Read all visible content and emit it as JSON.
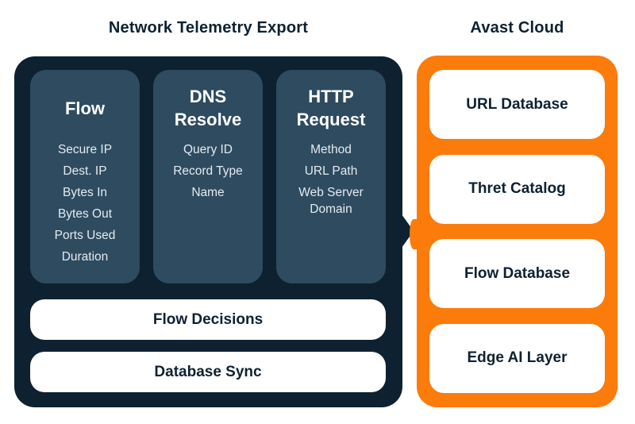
{
  "titles": {
    "left": "Network Telemetry Export",
    "right": "Avast Cloud"
  },
  "colors": {
    "dark_navy": "#0e2130",
    "panel_slate": "#2e4b60",
    "accent_orange": "#fb7b0b",
    "card_white": "#ffffff",
    "list_text": "#e5ebf0"
  },
  "telemetry_panel": {
    "columns": [
      {
        "heading": "Flow",
        "items": [
          "Secure IP",
          "Dest. IP",
          "Bytes In",
          "Bytes Out",
          "Ports Used",
          "Duration"
        ]
      },
      {
        "heading": "DNS Resolve",
        "items": [
          "Query ID",
          "Record Type",
          "Name"
        ]
      },
      {
        "heading": "HTTP Request",
        "items": [
          "Method",
          "URL Path",
          "Web Server Domain"
        ]
      }
    ],
    "bars": [
      "Flow Decisions",
      "Database Sync"
    ]
  },
  "cloud_panel": {
    "cards": [
      "URL Database",
      "Thret Catalog",
      "Flow Database",
      "Edge AI Layer"
    ]
  }
}
